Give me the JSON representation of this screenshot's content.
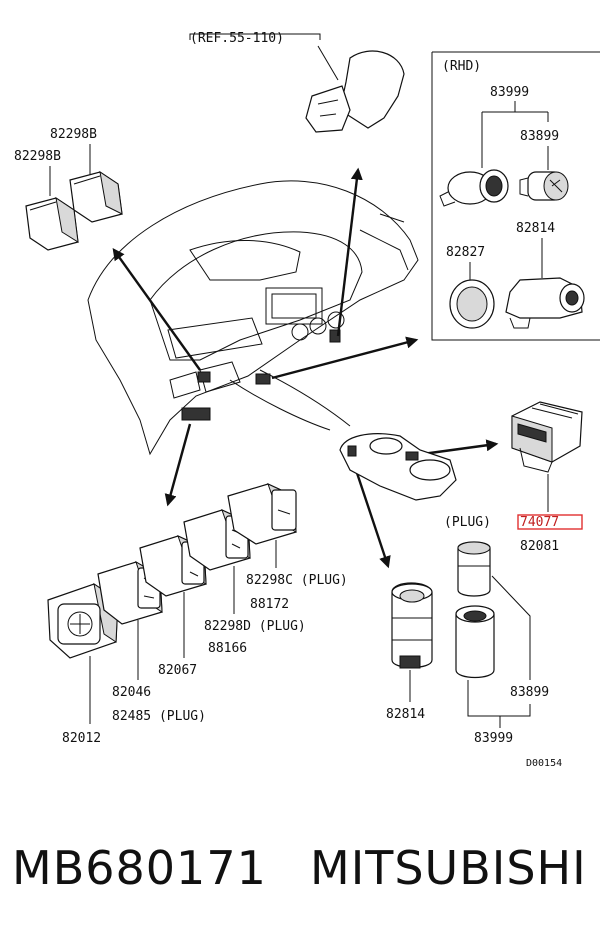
{
  "diagram": {
    "ref_label": "(REF.55-110)",
    "rhd_label": "(RHD)",
    "plug_label": "(PLUG)",
    "diagram_code": "D00154",
    "highlight_color": "#e03030",
    "parts": {
      "p82298B_a": "82298B",
      "p82298B_b": "82298B",
      "p83999_top": "83999",
      "p83899_top": "83899",
      "p82814_top": "82814",
      "p82827": "82827",
      "p74077": "74077",
      "p82081": "82081",
      "p82298C": "82298C (PLUG)",
      "p88172": "88172",
      "p82298D": "82298D (PLUG)",
      "p88166": "88166",
      "p82067": "82067",
      "p82046": "82046",
      "p82485": "82485  (PLUG)",
      "p82012": "82012",
      "p82814_bot": "82814",
      "p83899_bot": "83899",
      "p83999_bot": "83999"
    }
  },
  "footer": {
    "part_number": "MB680171",
    "brand": "MITSUBISHI"
  }
}
